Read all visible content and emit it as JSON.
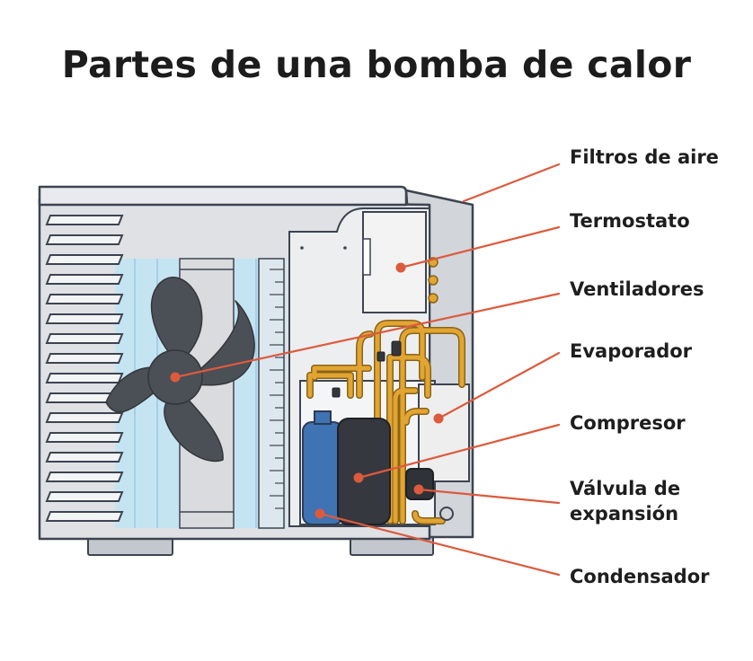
{
  "title": "Partes de una bomba de calor",
  "labels": {
    "filtros": "Filtros de aire",
    "termostato": "Termostato",
    "ventiladores": "Ventiladores",
    "evaporador": "Evaporador",
    "compresor": "Compresor",
    "valvula_1": "Válvula de",
    "valvula_2": "expansión",
    "condensador": "Condensador"
  },
  "colors": {
    "outline": "#3d4450",
    "casing": "#dfe1e5",
    "panel": "#eceef0",
    "fan": "#4b4f56",
    "coil": "#c5e4f2",
    "pipe": "#e2a532",
    "condenser_tank": "#3f73b3",
    "compressor": "#35383e",
    "leader_line": "#dd5a3d"
  }
}
